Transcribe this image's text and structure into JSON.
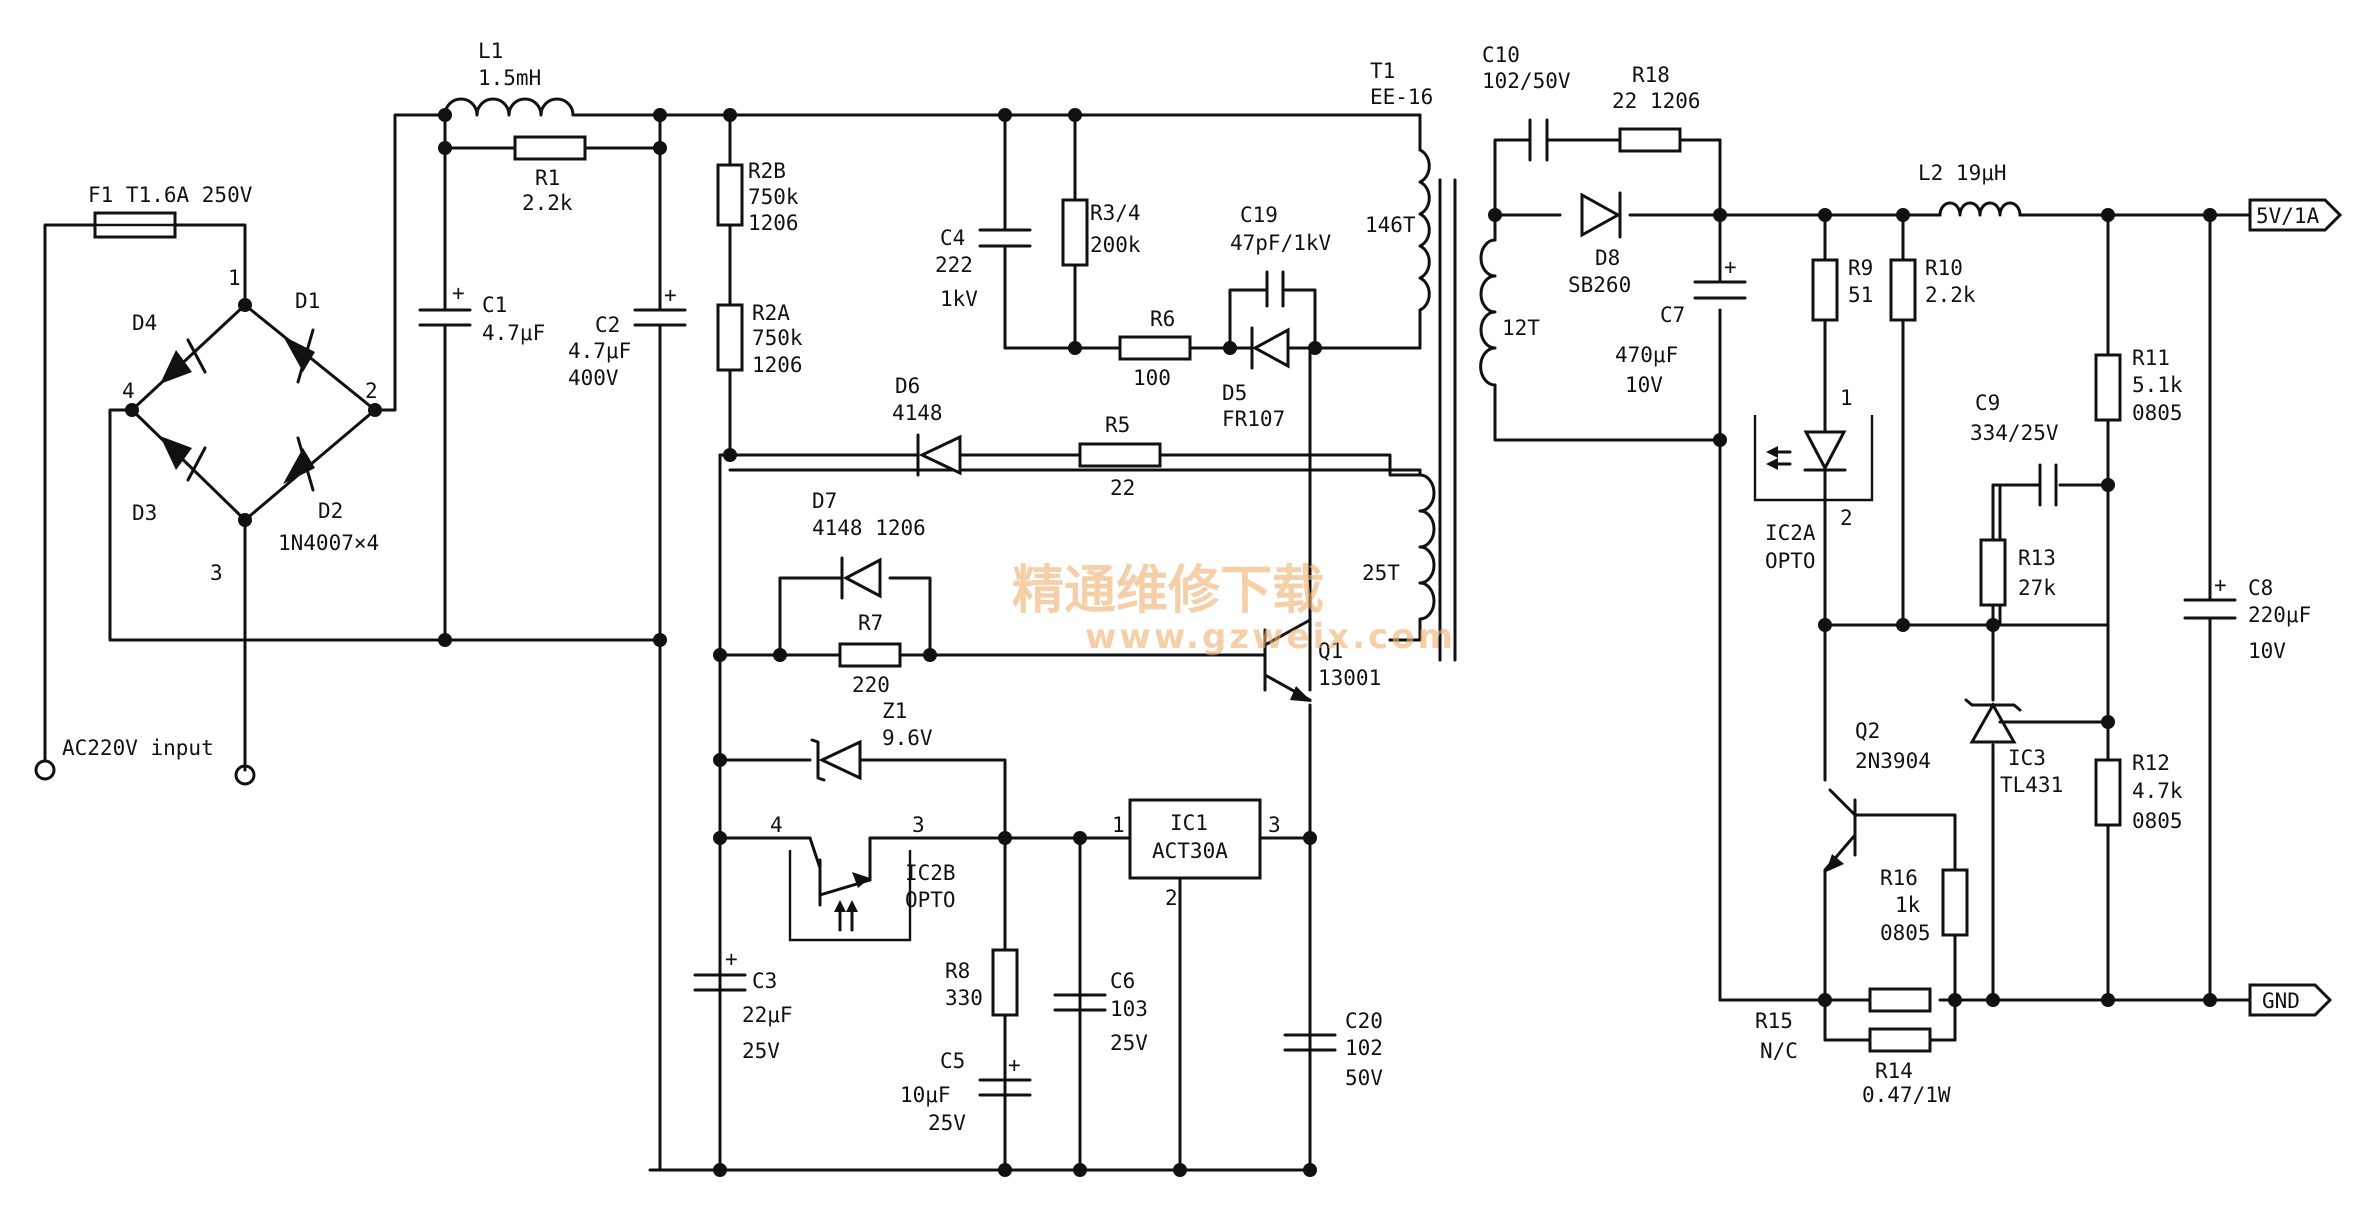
{
  "components": {
    "f1": [
      "F1 T1.6A 250V"
    ],
    "l1": [
      "L1",
      "1.5mH"
    ],
    "r1": [
      "R1",
      "2.2k"
    ],
    "c1": [
      "C1",
      "4.7μF"
    ],
    "c2": [
      "C2",
      "4.7μF",
      "400V"
    ],
    "bridge": [
      "D4",
      "D1",
      "D3",
      "D2",
      "1N4007×4",
      "1",
      "2",
      "3",
      "4"
    ],
    "ac_input": [
      "AC220V input"
    ],
    "r2b": [
      "R2B",
      "750k",
      "1206"
    ],
    "r2a": [
      "R2A",
      "750k",
      "1206"
    ],
    "c4": [
      "C4",
      "222",
      "1kV"
    ],
    "r34": [
      "R3/4",
      "200k"
    ],
    "r6": [
      "R6",
      "100"
    ],
    "c19": [
      "C19",
      "47pF/1kV"
    ],
    "d5": [
      "D5",
      "FR107"
    ],
    "t1": [
      "T1",
      "EE-16",
      "146T",
      "12T",
      "25T"
    ],
    "d6": [
      "D6",
      "4148"
    ],
    "r5": [
      "R5",
      "22"
    ],
    "d7": [
      "D7",
      "4148 1206"
    ],
    "r7": [
      "R7",
      "220"
    ],
    "q1": [
      "Q1",
      "13001"
    ],
    "z1": [
      "Z1",
      "9.6V"
    ],
    "ic2b": [
      "IC2B",
      "OPTO",
      "4",
      "3"
    ],
    "ic1": [
      "IC1",
      "ACT30A",
      "1",
      "2",
      "3"
    ],
    "c3": [
      "C3",
      "22μF",
      "25V"
    ],
    "r8": [
      "R8",
      "330"
    ],
    "c6": [
      "C6",
      "103",
      "25V"
    ],
    "c5": [
      "C5",
      "10μF",
      "25V"
    ],
    "c20": [
      "C20",
      "102",
      "50V"
    ],
    "c10": [
      "C10",
      "102/50V"
    ],
    "r18": [
      "R18",
      "22 1206"
    ],
    "d8": [
      "D8",
      "SB260"
    ],
    "c7": [
      "C7",
      "470μF",
      "10V"
    ],
    "l2": [
      "L2 19μH"
    ],
    "r9": [
      "R9",
      "51"
    ],
    "r10": [
      "R10",
      "2.2k"
    ],
    "ic2a": [
      "IC2A",
      "OPTO",
      "1",
      "2"
    ],
    "c9": [
      "C9",
      "334/25V"
    ],
    "r11": [
      "R11",
      "5.1k",
      "0805"
    ],
    "r13": [
      "R13",
      "27k"
    ],
    "ic3": [
      "IC3",
      "TL431"
    ],
    "r12": [
      "R12",
      "4.7k",
      "0805"
    ],
    "q2": [
      "Q2",
      "2N3904"
    ],
    "r16": [
      "R16",
      "1k",
      "0805"
    ],
    "c8": [
      "C8",
      "220μF",
      "10V"
    ],
    "r15": [
      "R15",
      "N/C"
    ],
    "r14": [
      "R14",
      "0.47/1W"
    ],
    "out_5v": [
      "5V/1A"
    ],
    "out_gnd": [
      "GND"
    ]
  },
  "watermark": {
    "cn": "精通维修下载",
    "url": "www.gzweix.com"
  }
}
